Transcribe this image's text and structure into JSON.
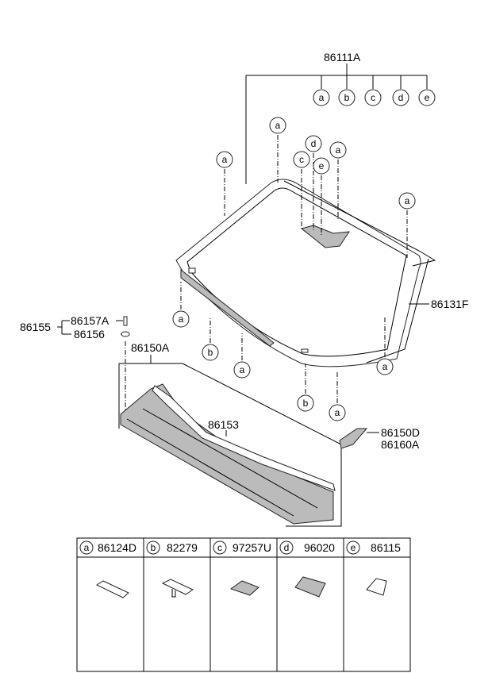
{
  "labels": {
    "glass_set": "86111A",
    "moulding_side": "86131F",
    "nozzle_set": "86155",
    "nozzle_a": "86157A",
    "nozzle_b": "86156",
    "cowl_assy": "86150A",
    "cowl_panel": "86153",
    "bracket_1": "86150D",
    "bracket_2": "86160A"
  },
  "callouts": {
    "a": "a",
    "b": "b",
    "c": "c",
    "d": "d",
    "e": "e"
  },
  "legend": [
    {
      "key": "a",
      "part": "86124D"
    },
    {
      "key": "b",
      "part": "82279"
    },
    {
      "key": "c",
      "part": "97257U"
    },
    {
      "key": "d",
      "part": "96020"
    },
    {
      "key": "e",
      "part": "86115"
    }
  ]
}
